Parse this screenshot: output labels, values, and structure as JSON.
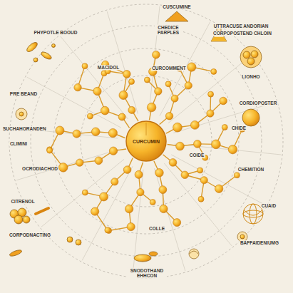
{
  "diagram": {
    "nodes": [
      {
        "text": [
          "CURCUMIN"
        ]
      }
    ],
    "labels": [
      "PHYPOTLE BOOUD",
      "CUSCUMINE",
      "CHEDICE PARPLES",
      "UTTRACUSE ANDORIAN",
      "CORPOPOSTEND CHLOIN",
      "MACIDOL",
      "CURCOMMENT",
      "LIONHO",
      "PRE BEAND",
      "CORDIOPOSTER",
      "SUCHAHORANDEN",
      "CLIMINI",
      "CHIDE",
      "OCRODIACHOD",
      "COIDE",
      "CHEMITION",
      "CITRENOL",
      "CUAID",
      "COLLE",
      "CORPODNACTING",
      "BAFFAIDENIUMG",
      "SNODOTHAND EHHCON"
    ]
  }
}
